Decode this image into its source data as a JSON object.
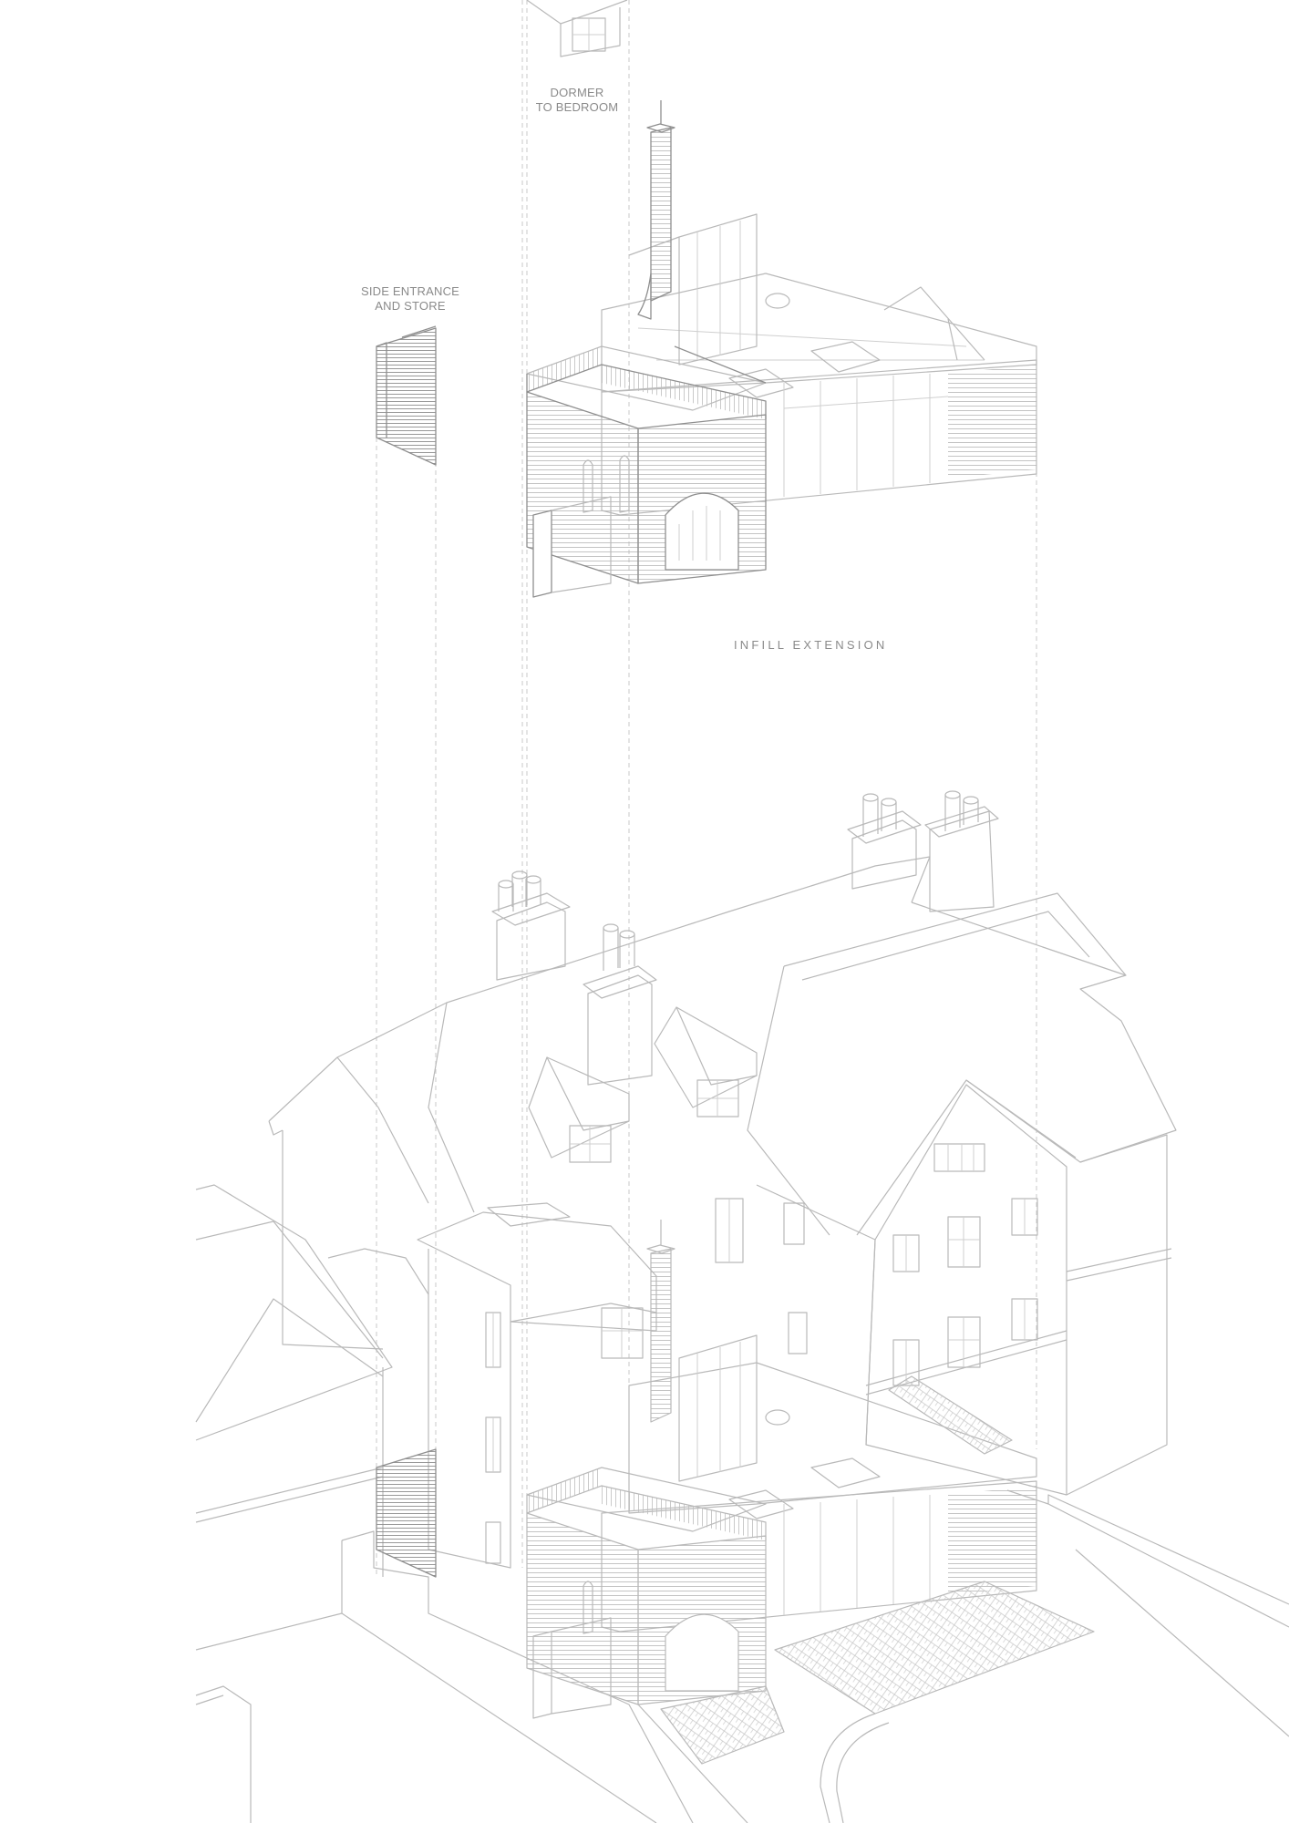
{
  "labels": {
    "dormer": [
      "DORMER",
      "TO BEDROOM"
    ],
    "side_entrance": [
      "SIDE ENTRANCE",
      "AND STORE"
    ],
    "infill": "INFILL EXTENSION"
  },
  "colors": {
    "line": "#b9b9b9",
    "dark_line": "#8f8f8f",
    "label": "#8a8a8a",
    "background": "#ffffff"
  }
}
